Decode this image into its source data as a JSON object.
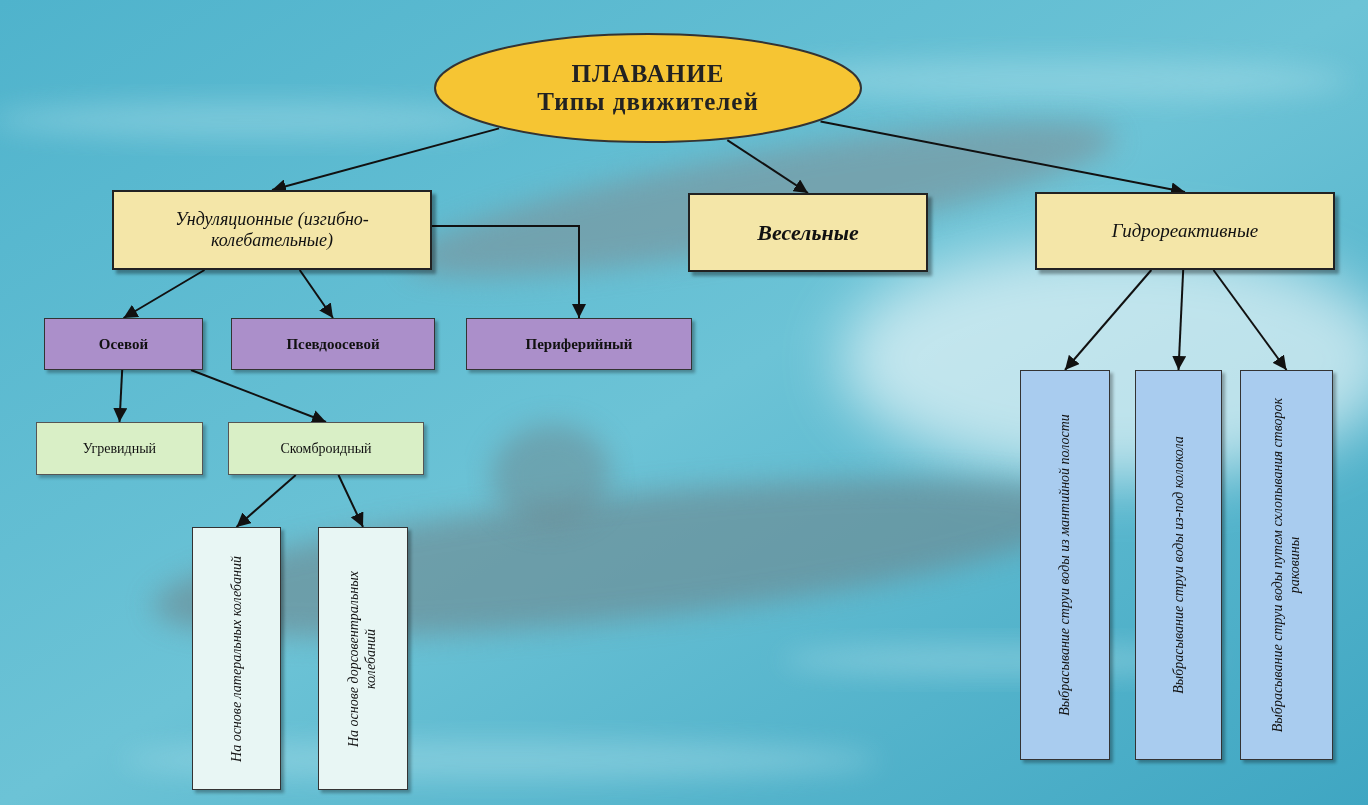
{
  "diagram": {
    "nodes": [
      {
        "text": [
          "ПЛАВАНИЕ",
          "Типы движителей"
        ]
      },
      {
        "text": [
          "Ундуляционные (изгибно-колебательные)"
        ]
      },
      {
        "text": [
          "Весельные"
        ]
      },
      {
        "text": [
          "Гидрореактивные"
        ]
      },
      {
        "text": [
          "Осевой"
        ]
      },
      {
        "text": [
          "Псевдоосевой"
        ]
      },
      {
        "text": [
          "Периферийный"
        ]
      },
      {
        "text": [
          "Угревидный"
        ]
      },
      {
        "text": [
          "Скомброидный"
        ]
      },
      {
        "text": [
          "На основе латеральных колебаний"
        ]
      },
      {
        "text": [
          "На основе дорсовентральных колебаний"
        ]
      },
      {
        "text": [
          "Выбрасывание струи воды из мантийной полости"
        ]
      },
      {
        "text": [
          "Выбрасывание струи воды из-под колокола"
        ]
      },
      {
        "text": [
          "Выбрасывание струи воды путем схлопывания створок раковины"
        ]
      }
    ],
    "edges": [
      {
        "from": 0,
        "to": 1,
        "arrow": "to"
      },
      {
        "from": 0,
        "to": 2,
        "arrow": "to"
      },
      {
        "from": 0,
        "to": 3,
        "arrow": "to"
      },
      {
        "from": 1,
        "to": 4,
        "arrow": "to"
      },
      {
        "from": 1,
        "to": 5,
        "arrow": "to"
      },
      {
        "from": 1,
        "to": 6,
        "arrow": "to"
      },
      {
        "from": 4,
        "to": 7,
        "arrow": "to"
      },
      {
        "from": 4,
        "to": 8,
        "arrow": "to"
      },
      {
        "from": 8,
        "to": 9,
        "arrow": "to"
      },
      {
        "from": 8,
        "to": 10,
        "arrow": "to"
      },
      {
        "from": 3,
        "to": 11,
        "arrow": "to"
      },
      {
        "from": 3,
        "to": 12,
        "arrow": "to"
      },
      {
        "from": 3,
        "to": 13,
        "arrow": "to"
      }
    ]
  }
}
